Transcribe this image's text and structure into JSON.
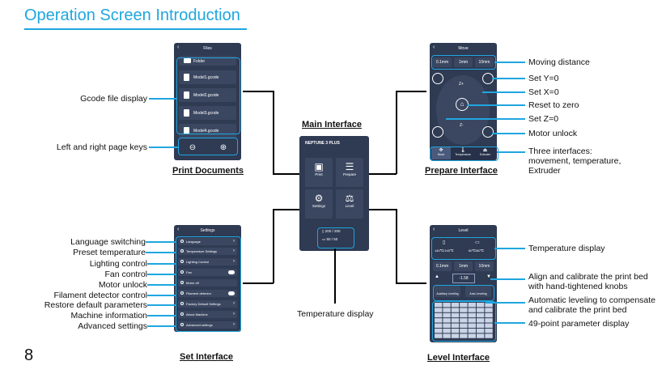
{
  "header": {
    "title": "Operation Screen Introduction",
    "page_number": "8"
  },
  "main_interface": {
    "section_label": "Main Interface",
    "brand": "NEPTUNE 3 PLUS",
    "buttons": [
      "Print",
      "Prepare",
      "Settings",
      "Level"
    ],
    "temp_nozzle": "200 / 200",
    "temp_bed": "50 / 50",
    "caption": "Temperature display"
  },
  "files_screen": {
    "section_label": "Print Documents",
    "title": "Files",
    "items": [
      "Folder",
      "Model1.gcode",
      "Model2.gcode",
      "Model3.gcode",
      "Model4.gcode"
    ],
    "callouts": [
      "Gcode file display",
      "Left and right page keys"
    ]
  },
  "move_screen": {
    "section_label": "Prepare Interface",
    "title": "Move",
    "distances": [
      "0.1mm",
      "1mm",
      "10mm"
    ],
    "axis_labels": [
      "Z+",
      "Z-"
    ],
    "tabs": [
      "Move",
      "Temperature",
      "Extruder"
    ],
    "callouts": [
      "Moving distance",
      "Set Y=0",
      "Set X=0",
      "Reset to zero",
      "Set Z=0",
      "Motor unlock",
      "Three interfaces:",
      "movement, temperature,",
      "Extruder"
    ]
  },
  "settings_screen": {
    "section_label": "Set Interface",
    "title": "Settings",
    "items": [
      "Language",
      "Temperature Settings",
      "Lighting Control",
      "Fan",
      "Motor off",
      "Filament detector",
      "Factory Default Settings",
      "About Machine",
      "Advanced settings"
    ],
    "callouts": [
      "Language switching",
      "Preset temperature",
      "Lighting control",
      "Fan control",
      "Motor unlock",
      "Filament detector control",
      "Restore default parameters",
      "Machine  information",
      "Advanced settings"
    ]
  },
  "level_screen": {
    "section_label": "Level Interface",
    "title": "Level",
    "temp_nozzle": "140℃/140℃",
    "temp_bed": "60℃/60℃",
    "distances": [
      "0.1mm",
      "1mm",
      "10mm"
    ],
    "offset": "-1.58",
    "buttons": [
      "Auxiliary Leveling",
      "Auto Leveling"
    ],
    "callouts": [
      "Temperature display",
      "Align and calibrate the print bed",
      "with hand-tightened knobs",
      "Automatic leveling to compensate",
      "and calibrate the print bed",
      "49-point parameter display"
    ]
  },
  "colors": {
    "accent": "#1fa6df",
    "screen_bg": "#2f3a53",
    "row_bg": "#3b4761"
  }
}
